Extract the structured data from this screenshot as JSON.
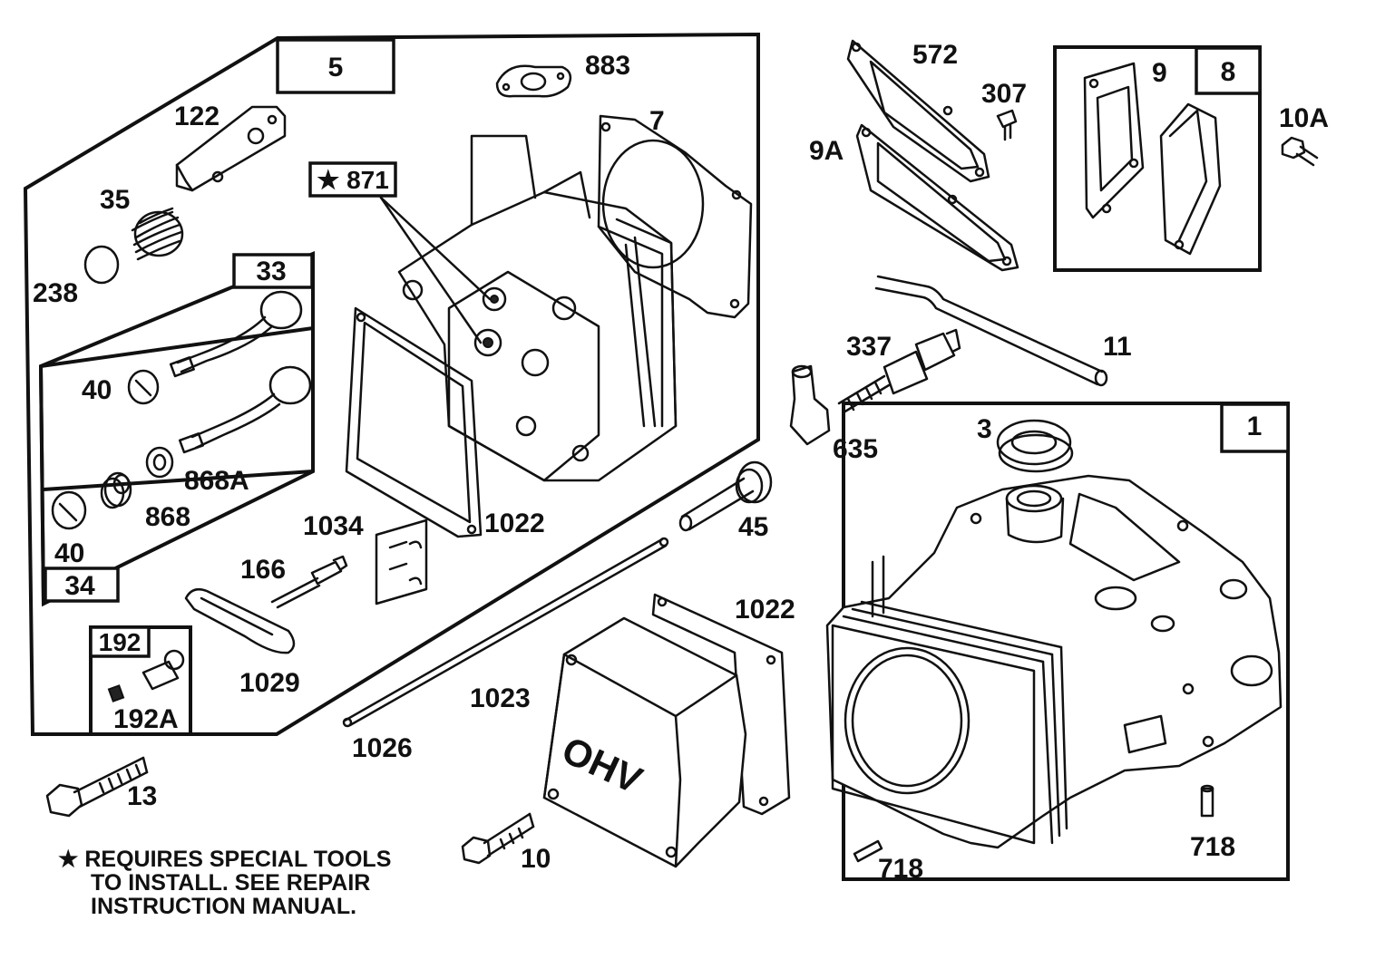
{
  "labels": {
    "l883": "883",
    "l7": "7",
    "l122": "122",
    "l35": "35",
    "l238": "238",
    "l40a": "40",
    "l40b": "40",
    "l868a": "868A",
    "l868": "868",
    "l1034": "1034",
    "l166": "166",
    "l1029": "1029",
    "l192a": "192A",
    "l1022a": "1022",
    "l1022b": "1022",
    "l45": "45",
    "l1026": "1026",
    "l1023": "1023",
    "l13": "13",
    "l10": "10",
    "l572": "572",
    "l307": "307",
    "l9": "9",
    "l9a": "9A",
    "l10a": "10A",
    "l337": "337",
    "l11": "11",
    "l635": "635",
    "l3": "3",
    "l718a": "718",
    "l718b": "718"
  },
  "kits": {
    "k5": "5",
    "k33": "33",
    "k34": "34",
    "k192": "192",
    "k8": "8",
    "k1": "1",
    "k871": "★ 871"
  },
  "cover_marking": "OHV",
  "footnote": {
    "line1": "★ REQUIRES SPECIAL TOOLS",
    "line2": "TO INSTALL.  SEE REPAIR",
    "line3": "INSTRUCTION MANUAL."
  }
}
